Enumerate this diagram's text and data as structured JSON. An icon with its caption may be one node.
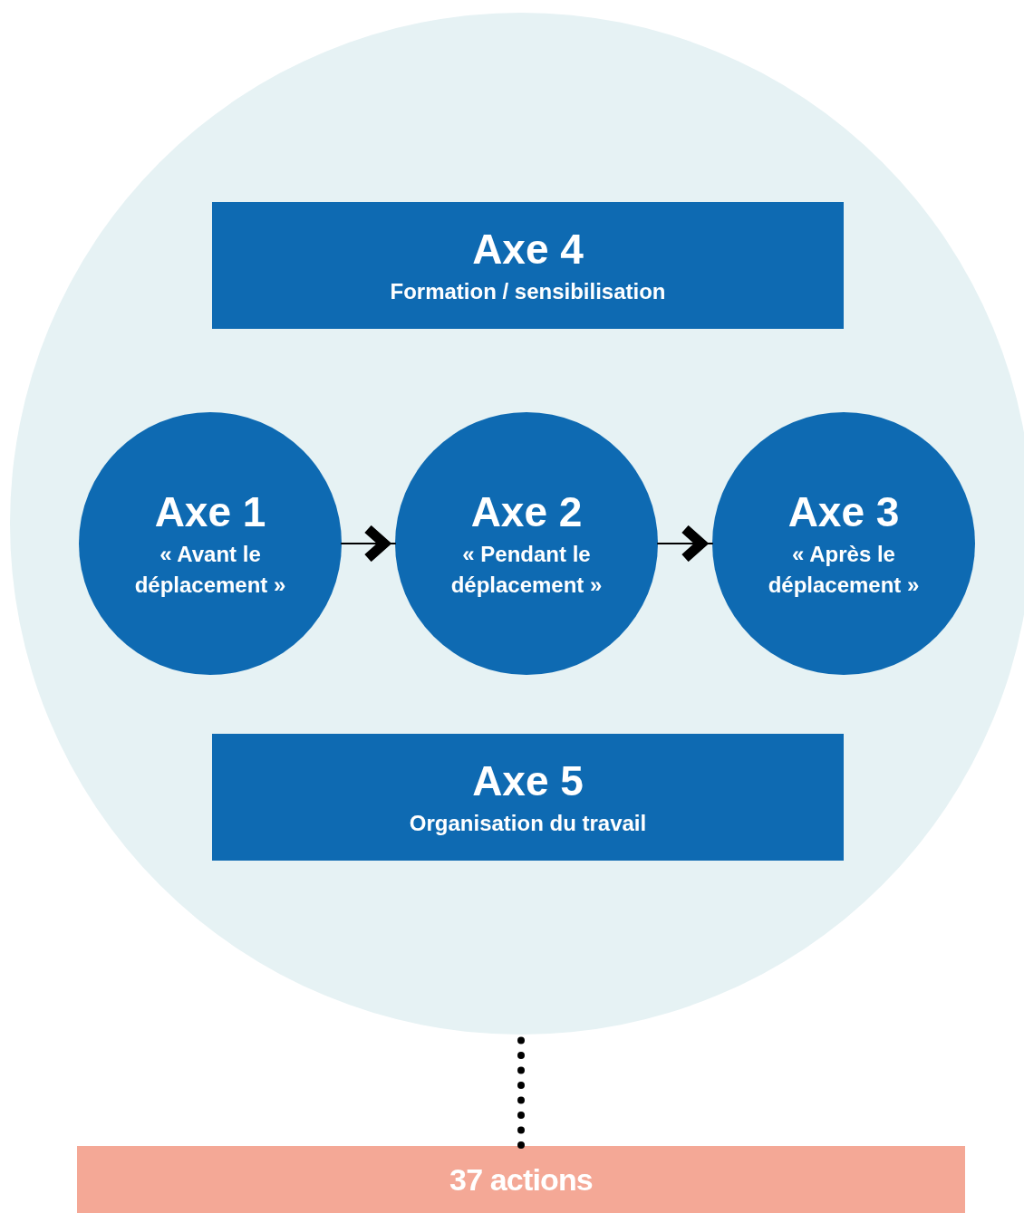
{
  "diagram": {
    "nodes": [
      {
        "text": [],
        "shape": "circle"
      },
      {
        "text": [
          "Axe 4",
          "Formation / sensibilisation"
        ],
        "in": 0
      },
      {
        "text": [
          "Axe 1",
          "« Avant le déplacement »"
        ],
        "in": 0
      },
      {
        "text": [
          "Axe 2",
          "« Pendant le déplacement »"
        ],
        "in": 0
      },
      {
        "text": [
          "Axe 3",
          "« Après le déplacement »"
        ],
        "in": 0
      },
      {
        "text": [
          "Axe 5",
          "Organisation du travail"
        ],
        "in": 0
      },
      {
        "text": [
          "37 actions"
        ]
      }
    ],
    "edges": [
      {
        "from": 2,
        "to": 3,
        "arrow": "to"
      },
      {
        "from": 3,
        "to": 4,
        "arrow": "to"
      },
      {
        "from": 0,
        "to": 6,
        "arrow": "none",
        "style": "dashed"
      }
    ]
  }
}
